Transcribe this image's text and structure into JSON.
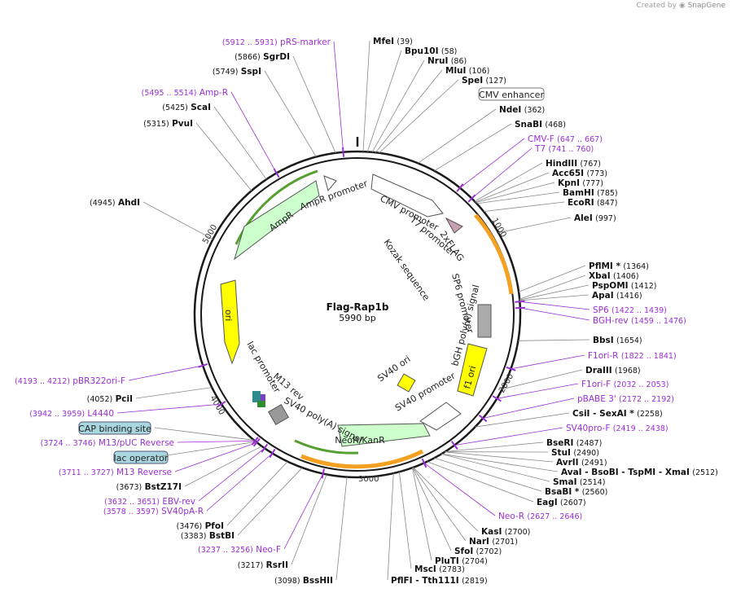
{
  "credit": {
    "prefix": "Created by",
    "brand": "SnapGene"
  },
  "plasmid": {
    "name": "Flag-Rap1b",
    "size": "5990 bp"
  },
  "ticks": [
    "1000",
    "2000",
    "3000",
    "4000",
    "5000"
  ],
  "features": [
    {
      "name": "CMV enhancer",
      "kind": "box"
    },
    {
      "name": "CMV promoter",
      "kind": "promoter"
    },
    {
      "name": "T7 promoter",
      "kind": "promoter"
    },
    {
      "name": "2xFLAG",
      "kind": "tag"
    },
    {
      "name": "Kozak sequence",
      "kind": "text"
    },
    {
      "name": "SP6 promoter",
      "kind": "promoter"
    },
    {
      "name": "bGH poly(A) signal",
      "kind": "terminator"
    },
    {
      "name": "f1 ori",
      "kind": "ori"
    },
    {
      "name": "SV40 ori",
      "kind": "ori"
    },
    {
      "name": "SV40 promoter",
      "kind": "promoter"
    },
    {
      "name": "NeoR/KanR",
      "kind": "cds"
    },
    {
      "name": "SV40 poly(A) signal",
      "kind": "terminator"
    },
    {
      "name": "M13 rev",
      "kind": "primer"
    },
    {
      "name": "lac promoter",
      "kind": "promoter"
    },
    {
      "name": "ori",
      "kind": "ori"
    },
    {
      "name": "AmpR",
      "kind": "cds"
    },
    {
      "name": "AmpR promoter",
      "kind": "promoter"
    },
    {
      "name": "CAP binding site",
      "kind": "box"
    },
    {
      "name": "lac operator",
      "kind": "box"
    }
  ],
  "labels": [
    {
      "name": "MfeI",
      "pos": "(39)",
      "kind": "enzyme"
    },
    {
      "name": "Bpu10I",
      "pos": "(58)",
      "kind": "enzyme"
    },
    {
      "name": "NruI",
      "pos": "(86)",
      "kind": "enzyme"
    },
    {
      "name": "MluI",
      "pos": "(106)",
      "kind": "enzyme"
    },
    {
      "name": "SpeI",
      "pos": "(127)",
      "kind": "enzyme"
    },
    {
      "name": "NdeI",
      "pos": "(362)",
      "kind": "enzyme"
    },
    {
      "name": "SnaBI",
      "pos": "(468)",
      "kind": "enzyme"
    },
    {
      "name": "CMV-F",
      "pos": "(647 .. 667)",
      "kind": "primer"
    },
    {
      "name": "T7",
      "pos": "(741 .. 760)",
      "kind": "primer"
    },
    {
      "name": "HindIII",
      "pos": "(767)",
      "kind": "enzyme"
    },
    {
      "name": "Acc65I",
      "pos": "(773)",
      "kind": "enzyme"
    },
    {
      "name": "KpnI",
      "pos": "(777)",
      "kind": "enzyme"
    },
    {
      "name": "BamHI",
      "pos": "(785)",
      "kind": "enzyme"
    },
    {
      "name": "EcoRI",
      "pos": "(847)",
      "kind": "enzyme"
    },
    {
      "name": "AleI",
      "pos": "(997)",
      "kind": "enzyme"
    },
    {
      "name": "PflMI *",
      "pos": "(1364)",
      "kind": "enzyme"
    },
    {
      "name": "XbaI",
      "pos": "(1406)",
      "kind": "enzyme"
    },
    {
      "name": "PspOMI",
      "pos": "(1412)",
      "kind": "enzyme"
    },
    {
      "name": "ApaI",
      "pos": "(1416)",
      "kind": "enzyme"
    },
    {
      "name": "SP6",
      "pos": "(1422 .. 1439)",
      "kind": "primer"
    },
    {
      "name": "BGH-rev",
      "pos": "(1459 .. 1476)",
      "kind": "primer"
    },
    {
      "name": "BbsI",
      "pos": "(1654)",
      "kind": "enzyme"
    },
    {
      "name": "F1ori-R",
      "pos": "(1822 .. 1841)",
      "kind": "primer"
    },
    {
      "name": "DraIII",
      "pos": "(1968)",
      "kind": "enzyme"
    },
    {
      "name": "F1ori-F",
      "pos": "(2032 .. 2053)",
      "kind": "primer"
    },
    {
      "name": "pBABE 3'",
      "pos": "(2172 .. 2192)",
      "kind": "primer"
    },
    {
      "name": "CsiI  - SexAI *",
      "pos": "(2258)",
      "kind": "enzyme"
    },
    {
      "name": "SV40pro-F",
      "pos": "(2419 .. 2438)",
      "kind": "primer"
    },
    {
      "name": "BseRI",
      "pos": "(2487)",
      "kind": "enzyme"
    },
    {
      "name": "StuI",
      "pos": "(2490)",
      "kind": "enzyme"
    },
    {
      "name": "AvrII",
      "pos": "(2491)",
      "kind": "enzyme"
    },
    {
      "name": "AvaI  - BsoBI  - TspMI  - XmaI",
      "pos": "(2512)",
      "kind": "enzyme"
    },
    {
      "name": "SmaI",
      "pos": "(2514)",
      "kind": "enzyme"
    },
    {
      "name": "BsaBI *",
      "pos": "(2560)",
      "kind": "enzyme"
    },
    {
      "name": "EagI",
      "pos": "(2607)",
      "kind": "enzyme"
    },
    {
      "name": "Neo-R",
      "pos": "(2627 .. 2646)",
      "kind": "primer"
    },
    {
      "name": "KasI",
      "pos": "(2700)",
      "kind": "enzyme"
    },
    {
      "name": "NarI",
      "pos": "(2701)",
      "kind": "enzyme"
    },
    {
      "name": "SfoI",
      "pos": "(2702)",
      "kind": "enzyme"
    },
    {
      "name": "PluTI",
      "pos": "(2704)",
      "kind": "enzyme"
    },
    {
      "name": "MscI",
      "pos": "(2783)",
      "kind": "enzyme"
    },
    {
      "name": "PflFI  - Tth111I",
      "pos": "(2819)",
      "kind": "enzyme"
    },
    {
      "name": "BssHII",
      "pos": "(3098)",
      "kind": "enzyme"
    },
    {
      "name": "RsrII",
      "pos": "(3217)",
      "kind": "enzyme"
    },
    {
      "name": "Neo-F",
      "pos": "(3237 .. 3256)",
      "kind": "primer"
    },
    {
      "name": "BstBI",
      "pos": "(3383)",
      "kind": "enzyme"
    },
    {
      "name": "PfoI",
      "pos": "(3476)",
      "kind": "enzyme"
    },
    {
      "name": "SV40pA-R",
      "pos": "(3578 .. 3597)",
      "kind": "primer"
    },
    {
      "name": "EBV-rev",
      "pos": "(3632 .. 3651)",
      "kind": "primer"
    },
    {
      "name": "BstZ17I",
      "pos": "(3673)",
      "kind": "enzyme"
    },
    {
      "name": "M13 Reverse",
      "pos": "(3711 .. 3727)",
      "kind": "primer"
    },
    {
      "name": "lac operator",
      "pos": "",
      "kind": "feature"
    },
    {
      "name": "M13/pUC Reverse",
      "pos": "(3724 .. 3746)",
      "kind": "primer"
    },
    {
      "name": "CAP binding site",
      "pos": "",
      "kind": "feature"
    },
    {
      "name": "L4440",
      "pos": "(3942 .. 3959)",
      "kind": "primer"
    },
    {
      "name": "PciI",
      "pos": "(4052)",
      "kind": "enzyme"
    },
    {
      "name": "pBR322ori-F",
      "pos": "(4193 .. 4212)",
      "kind": "primer"
    },
    {
      "name": "AhdI",
      "pos": "(4945)",
      "kind": "enzyme"
    },
    {
      "name": "PvuI",
      "pos": "(5315)",
      "kind": "enzyme"
    },
    {
      "name": "ScaI",
      "pos": "(5425)",
      "kind": "enzyme"
    },
    {
      "name": "Amp-R",
      "pos": "(5495 .. 5514)",
      "kind": "primer"
    },
    {
      "name": "SspI",
      "pos": "(5749)",
      "kind": "enzyme"
    },
    {
      "name": "SgrDI",
      "pos": "(5866)",
      "kind": "enzyme"
    },
    {
      "name": "pRS-marker",
      "pos": "(5912 .. 5931)",
      "kind": "primer"
    }
  ],
  "colors": {
    "enzyme": "#000000",
    "primer": "#9a2fd4",
    "ori": "#ffff00",
    "cds": "#ccffcc",
    "feature_box": "#a9d7e0",
    "orange": "#f4a020",
    "backbone": "#1a1a1a"
  }
}
